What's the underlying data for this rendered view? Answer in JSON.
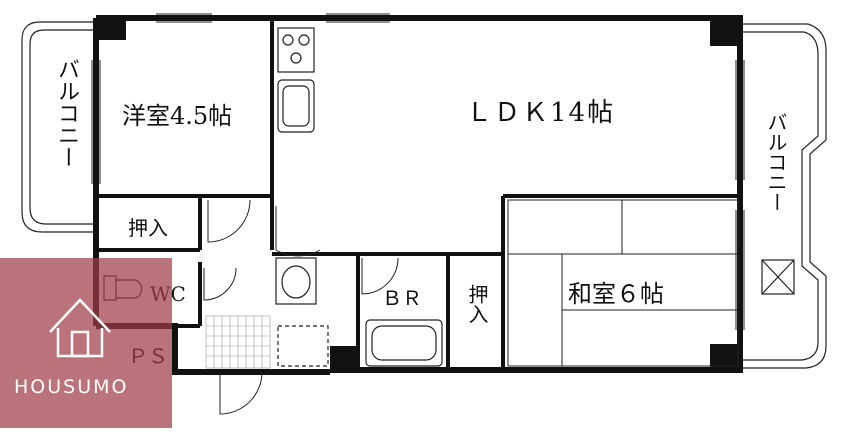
{
  "rooms": {
    "western": "洋室4.5帖",
    "ldk": "ＬＤＫ14帖",
    "japanese": "和室６帖",
    "closet_west": "押入",
    "closet_jp": "押入",
    "wc": "WC",
    "bath": "ＢＲ",
    "ps": "ＰＳ"
  },
  "balcony": {
    "left": "バルコニー",
    "right": "バルコニー"
  },
  "brand": {
    "name": "HOUSUMO",
    "color": "#a03c48"
  }
}
